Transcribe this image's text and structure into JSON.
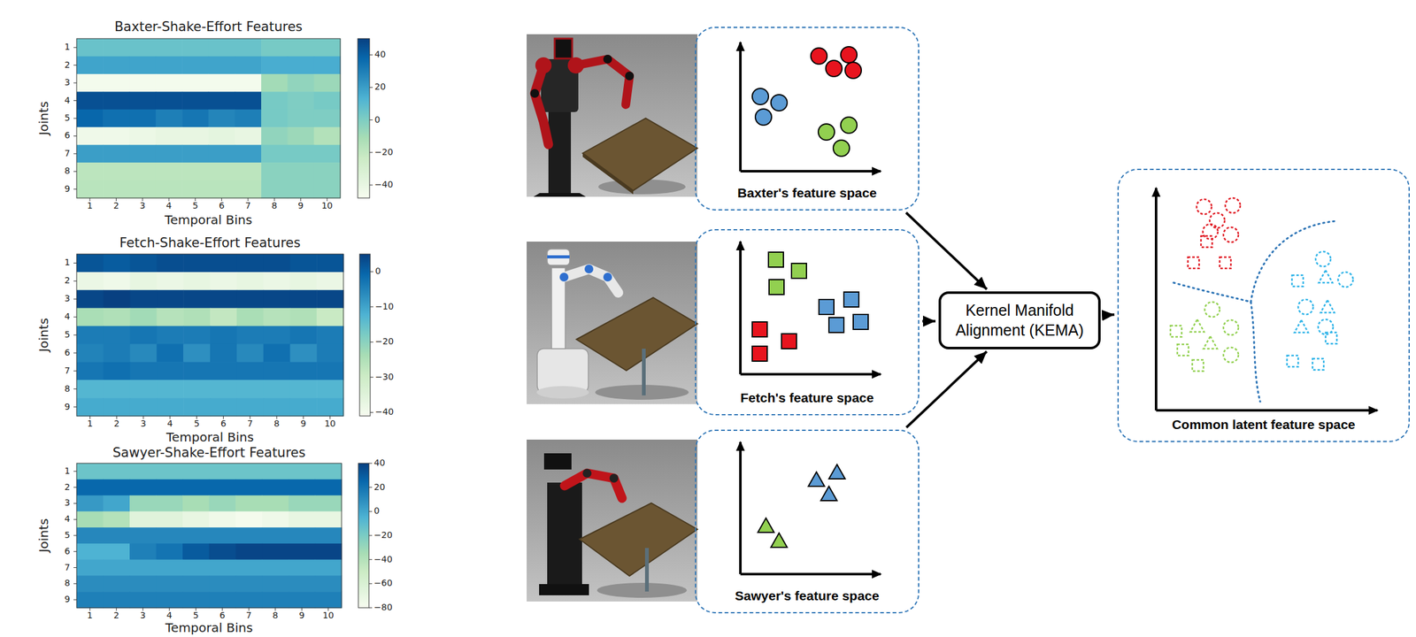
{
  "diagram": {
    "nodes": [
      {
        "text": [
          "Baxter's feature space"
        ]
      },
      {
        "text": [
          "Fetch's feature space"
        ]
      },
      {
        "text": [
          "Sawyer's feature space"
        ]
      },
      {
        "text": [
          "Kernel Manifold Alignment (KEMA)"
        ]
      },
      {
        "text": [
          "Common latent feature space"
        ]
      }
    ],
    "edges": [
      {
        "from": 0,
        "to": 3,
        "arrow": "to"
      },
      {
        "from": 1,
        "to": 3,
        "arrow": "to"
      },
      {
        "from": 2,
        "to": 3,
        "arrow": "to"
      },
      {
        "from": 3,
        "to": 4,
        "arrow": "to"
      }
    ],
    "labels": [
      "Baxter-Shake-Effort Features",
      "Joints",
      "Temporal Bins",
      "1",
      "2",
      "3",
      "4",
      "5",
      "6",
      "7",
      "8",
      "9",
      "1",
      "2",
      "3",
      "4",
      "5",
      "6",
      "7",
      "8",
      "9",
      "10",
      "40",
      "20",
      "0",
      "−20",
      "−40",
      "Fetch-Shake-Effort Features",
      "Joints",
      "Temporal Bins",
      "1",
      "2",
      "3",
      "4",
      "5",
      "6",
      "7",
      "8",
      "9",
      "1",
      "2",
      "3",
      "4",
      "5",
      "6",
      "7",
      "8",
      "9",
      "10",
      "0",
      "−10",
      "−20",
      "−30",
      "−40",
      "Sawyer-Shake-Effort Features",
      "Joints",
      "Temporal Bins",
      "1",
      "2",
      "3",
      "4",
      "5",
      "6",
      "7",
      "8",
      "9",
      "1",
      "2",
      "3",
      "4",
      "5",
      "6",
      "7",
      "8",
      "9",
      "10",
      "40",
      "20",
      "0",
      "−20",
      "−40",
      "−60",
      "−80"
    ]
  }
}
